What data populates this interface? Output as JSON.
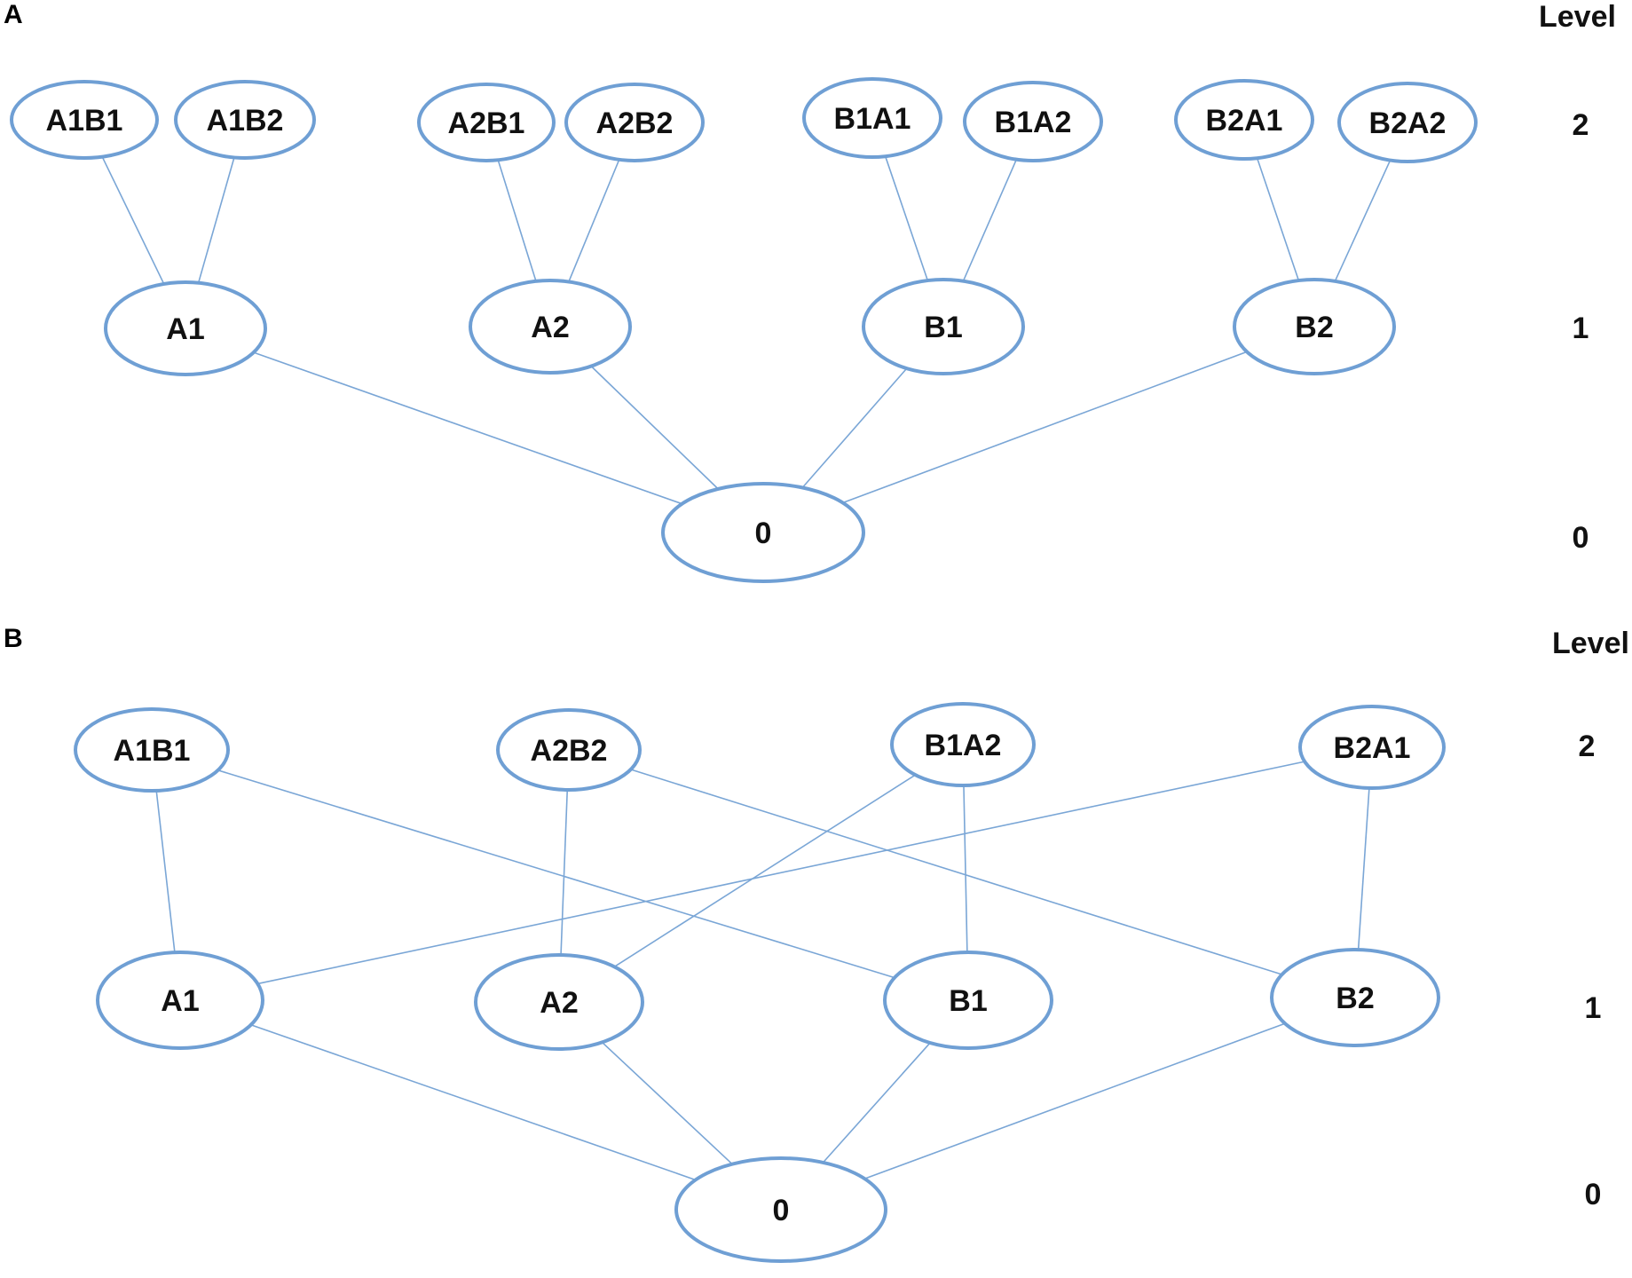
{
  "level_title": "Level",
  "panels": [
    {
      "label": "A",
      "levels": [
        "2",
        "1",
        "0"
      ],
      "nodes": {
        "A1B1": "A1B1",
        "A1B2": "A1B2",
        "A2B1": "A2B1",
        "A2B2": "A2B2",
        "B1A1": "B1A1",
        "B1A2": "B1A2",
        "B2A1": "B2A1",
        "B2A2": "B2A2",
        "A1": "A1",
        "A2": "A2",
        "B1": "B1",
        "B2": "B2",
        "root": "0"
      },
      "edges": [
        [
          "A1B1",
          "A1"
        ],
        [
          "A1B2",
          "A1"
        ],
        [
          "A2B1",
          "A2"
        ],
        [
          "A2B2",
          "A2"
        ],
        [
          "B1A1",
          "B1"
        ],
        [
          "B1A2",
          "B1"
        ],
        [
          "B2A1",
          "B2"
        ],
        [
          "B2A2",
          "B2"
        ],
        [
          "A1",
          "root"
        ],
        [
          "A2",
          "root"
        ],
        [
          "B1",
          "root"
        ],
        [
          "B2",
          "root"
        ]
      ]
    },
    {
      "label": "B",
      "levels": [
        "2",
        "1",
        "0"
      ],
      "nodes": {
        "A1B1": "A1B1",
        "A2B2": "A2B2",
        "B1A2": "B1A2",
        "B2A1": "B2A1",
        "A1": "A1",
        "A2": "A2",
        "B1": "B1",
        "B2": "B2",
        "root": "0"
      },
      "edges": [
        [
          "A1B1",
          "A1"
        ],
        [
          "A1B1",
          "B1"
        ],
        [
          "A2B2",
          "A2"
        ],
        [
          "A2B2",
          "B2"
        ],
        [
          "B1A2",
          "A2"
        ],
        [
          "B1A2",
          "B1"
        ],
        [
          "B2A1",
          "A1"
        ],
        [
          "B2A1",
          "B2"
        ],
        [
          "A1",
          "root"
        ],
        [
          "A2",
          "root"
        ],
        [
          "B1",
          "root"
        ],
        [
          "B2",
          "root"
        ]
      ]
    }
  ]
}
